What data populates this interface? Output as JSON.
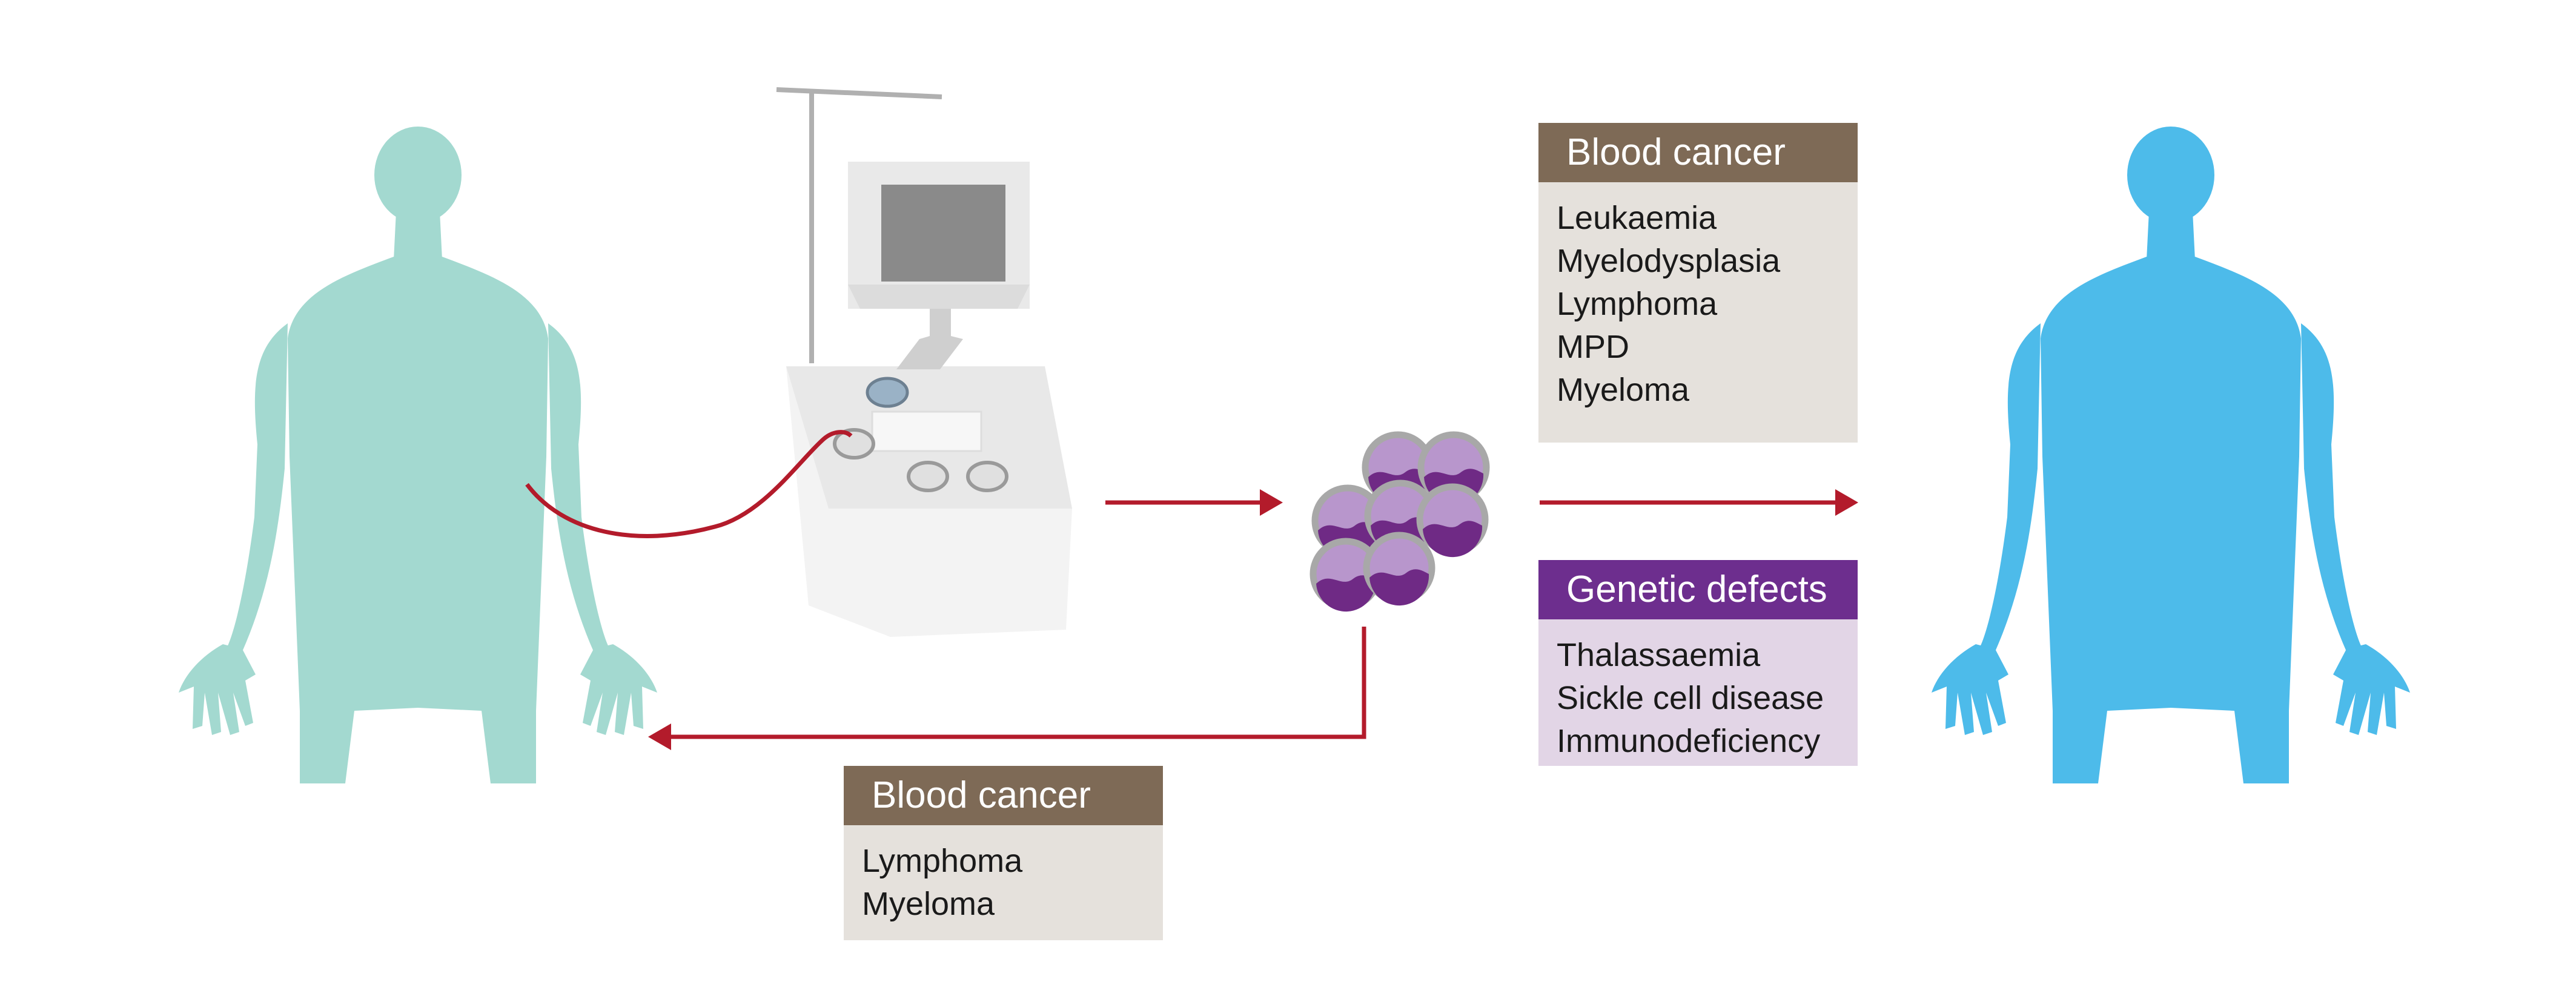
{
  "colors": {
    "donor_body": "#a3d9d0",
    "recipient_body": "#4dbbea",
    "arrow": "#b31b2b",
    "blood_cancer_header": "#7e6a56",
    "blood_cancer_body": "#e5e1dc",
    "genetic_header": "#6d2e8e",
    "genetic_body": "#e2d5e6",
    "cell_fill": "#b896cc",
    "cell_nucleus": "#6f2a85",
    "cell_rim": "#a8a8a8"
  },
  "icons": {
    "donor": "human-silhouette-icon",
    "machine": "apheresis-machine-icon",
    "cells": "stem-cells-icon",
    "recipient": "human-silhouette-icon"
  },
  "boxes": {
    "blood_cancer_allogeneic": {
      "title": "Blood cancer",
      "items": [
        "Leukaemia",
        "Myelodysplasia",
        "Lymphoma",
        "MPD",
        "Myeloma"
      ]
    },
    "genetic_defects": {
      "title": "Genetic defects",
      "items": [
        "Thalassaemia",
        "Sickle cell disease",
        "Immunodeficiency"
      ]
    },
    "blood_cancer_autologous": {
      "title": "Blood cancer",
      "items": [
        "Lymphoma",
        "Myeloma"
      ]
    }
  }
}
